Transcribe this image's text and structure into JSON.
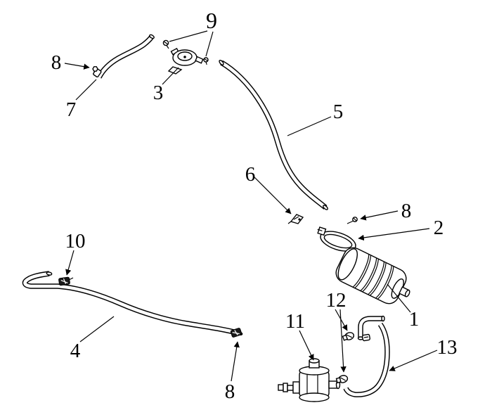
{
  "diagram": {
    "colors": {
      "background": "#ffffff",
      "ink": "#000000"
    },
    "callouts": {
      "c9": "9",
      "c8a": "8",
      "c3": "3",
      "c7": "7",
      "c5": "5",
      "c6": "6",
      "c8b": "8",
      "c2": "2",
      "c10": "10",
      "c1": "1",
      "c12": "12",
      "c11": "11",
      "c4": "4",
      "c13": "13",
      "c8c": "8"
    }
  }
}
